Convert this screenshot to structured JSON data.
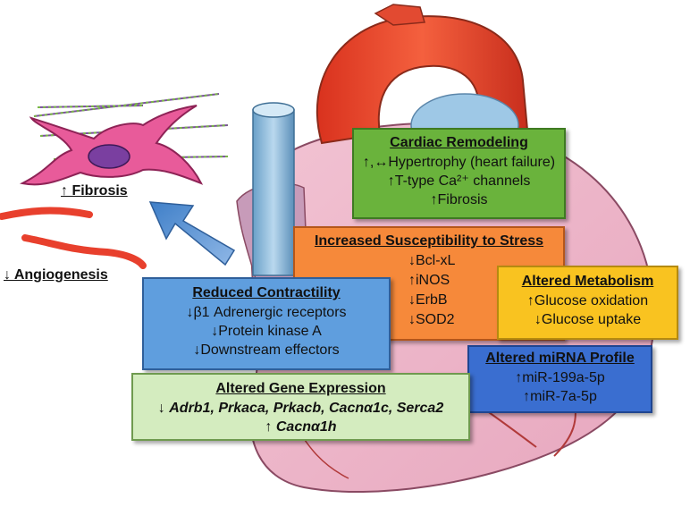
{
  "labels": {
    "fibrosis": "↑ Fibrosis",
    "angiogenesis": "↓ Angiogenesis"
  },
  "boxes": {
    "cardiac_remodeling": {
      "title": "Cardiac Remodeling",
      "lines": [
        "↑,↔Hypertrophy (heart failure)",
        "↑T-type Ca²⁺ channels",
        "↑Fibrosis"
      ],
      "color": "#6ab33c"
    },
    "stress": {
      "title": "Increased Susceptibility to Stress",
      "lines": [
        "↓Bcl-xL",
        "↑iNOS",
        "↓ErbB",
        "↓SOD2"
      ],
      "color": "#f6893a"
    },
    "metabolism": {
      "title": "Altered Metabolism",
      "lines": [
        "↑Glucose oxidation",
        "↓Glucose uptake"
      ],
      "color": "#f9c320"
    },
    "contractility": {
      "title": "Reduced Contractility",
      "lines": [
        "↓β1 Adrenergic receptors",
        "↓Protein kinase A",
        "↓Downstream effectors"
      ],
      "color": "#5f9ede"
    },
    "mirna": {
      "title": "Altered miRNA Profile",
      "lines": [
        "↑miR-199a-5p",
        "↑miR-7a-5p"
      ],
      "color": "#3a6ed0"
    },
    "gene_expression": {
      "title": "Altered Gene Expression",
      "line1_arrow": "↓",
      "line1_genes": "Adrb1, Prkaca, Prkacb, Cacnα1c, Serca2",
      "line2_arrow": "↑",
      "line2_genes": "Cacnα1h",
      "color": "#d4ecbf"
    }
  }
}
